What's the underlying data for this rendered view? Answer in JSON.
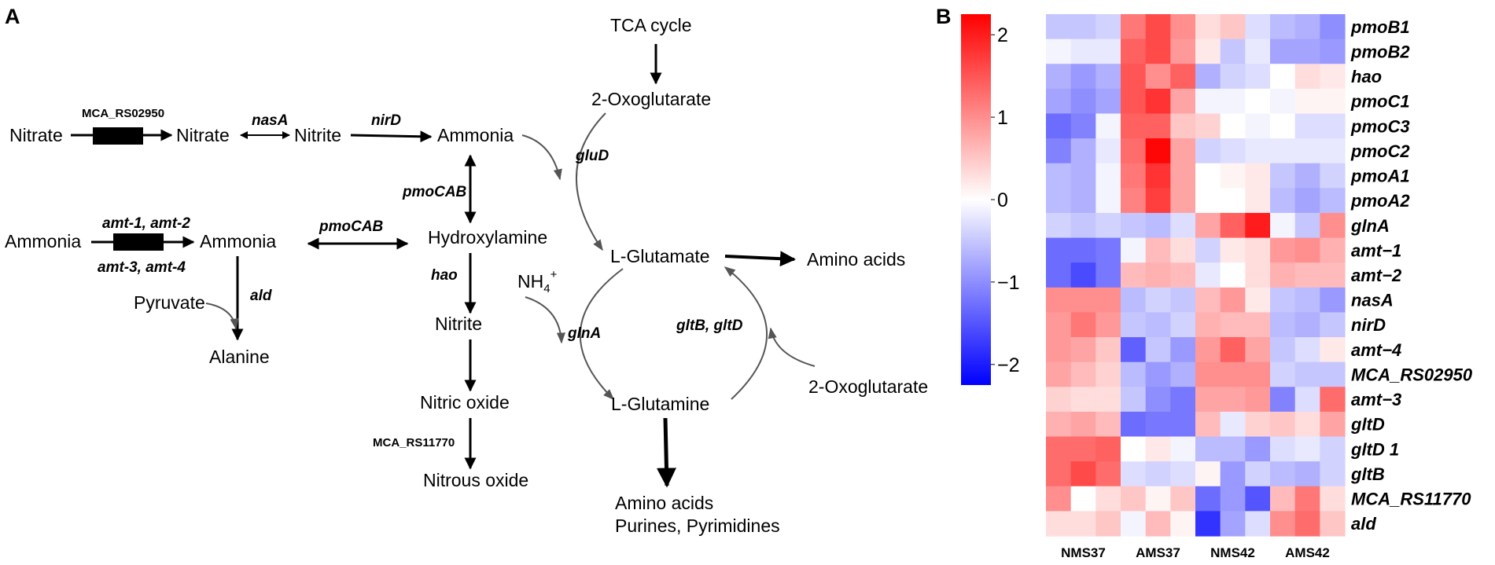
{
  "panels": {
    "a": "A",
    "b": "B"
  },
  "pathway": {
    "nitrate_src": "Nitrate",
    "transporter_nitrate": "MCA_RS02950",
    "nitrate": "Nitrate",
    "nasA": "nasA",
    "nitrite": "Nitrite",
    "nirD": "nirD",
    "ammonia_main": "Ammonia",
    "ammonia_src": "Ammonia",
    "amt_top": "amt-1, amt-2",
    "amt_bottom": "amt-3, amt-4",
    "ammonia": "Ammonia",
    "pmoCAB_h": "pmoCAB",
    "pmoCAB_v": "pmoCAB",
    "hydroxylamine": "Hydroxylamine",
    "hao": "hao",
    "nitrite2": "Nitrite",
    "nitric_oxide": "Nitric oxide",
    "mca_rs11770": "MCA_RS11770",
    "nitrous_oxide": "Nitrous oxide",
    "pyruvate": "Pyruvate",
    "ald": "ald",
    "alanine": "Alanine",
    "tca": "TCA cycle",
    "oxoglutarate_top": "2-Oxoglutarate",
    "gluD": "gluD",
    "glutamate": "L-Glutamate",
    "amino_acids_right": "Amino acids",
    "nh4": "NH",
    "nh4_sub": "4",
    "nh4_sup": "+",
    "glnA": "glnA",
    "gltB_gltD": "gltB, gltD",
    "oxoglutarate_right": "2-Oxoglutarate",
    "glutamine": "L-Glutamine",
    "products_line1": "Amino acids",
    "products_line2": "Purines, Pyrimidines"
  },
  "colorbar": {
    "ticks": [
      "2",
      "1",
      "0",
      "−1",
      "−2"
    ],
    "tick_values": [
      2,
      1,
      0,
      -1,
      -2
    ],
    "min": -2.25,
    "max": 2.25,
    "colors": {
      "high": "#ff0000",
      "mid": "#ffffff",
      "low": "#0000ff"
    }
  },
  "heatmap": {
    "rows": [
      "pmoB1",
      "pmoB2",
      "hao",
      "pmoC1",
      "pmoC3",
      "pmoC2",
      "pmoA1",
      "pmoA2",
      "glnA",
      "amt−1",
      "amt−2",
      "nasA",
      "nirD",
      "amt−4",
      "MCA_RS02950",
      "amt−3",
      "gltD",
      "gltD 1",
      "gltB",
      "MCA_RS11770",
      "ald"
    ],
    "columns": [
      "NMS37",
      "AMS37",
      "NMS42",
      "AMS42"
    ],
    "values": [
      [
        -0.5,
        -0.5,
        -0.4,
        1.2,
        1.6,
        1.0,
        0.3,
        0.5,
        -0.3,
        -0.6,
        -0.7,
        -1.0
      ],
      [
        -0.1,
        -0.2,
        -0.2,
        1.4,
        1.6,
        0.9,
        0.2,
        -0.5,
        -0.2,
        -0.8,
        -0.8,
        -0.9
      ],
      [
        -0.7,
        -0.9,
        -0.7,
        1.5,
        1.0,
        1.4,
        -0.7,
        -0.4,
        -0.3,
        0.0,
        0.3,
        0.2
      ],
      [
        -0.8,
        -1.0,
        -0.8,
        1.5,
        1.8,
        0.8,
        -0.1,
        -0.1,
        0.0,
        -0.1,
        0.1,
        0.1
      ],
      [
        -1.3,
        -1.1,
        -0.1,
        1.4,
        1.4,
        0.5,
        0.4,
        0.0,
        -0.1,
        0.0,
        -0.3,
        -0.3
      ],
      [
        -1.1,
        -0.7,
        -0.2,
        1.3,
        2.2,
        0.8,
        -0.4,
        -0.3,
        -0.2,
        -0.2,
        -0.2,
        -0.2
      ],
      [
        -0.6,
        -0.7,
        -0.1,
        1.2,
        1.8,
        0.8,
        0.0,
        0.1,
        0.2,
        -0.5,
        -0.7,
        -0.4
      ],
      [
        -0.6,
        -0.7,
        -0.1,
        1.1,
        1.7,
        0.8,
        0.0,
        0.0,
        0.2,
        -0.6,
        -0.8,
        -0.6
      ],
      [
        -0.4,
        -0.5,
        -0.4,
        -0.5,
        -0.6,
        -0.3,
        0.8,
        1.4,
        2.0,
        -0.1,
        -0.5,
        1.0
      ],
      [
        -1.3,
        -1.3,
        -1.2,
        -0.1,
        0.6,
        0.3,
        -0.4,
        0.2,
        0.3,
        0.9,
        1.0,
        0.7
      ],
      [
        -1.3,
        -1.6,
        -1.2,
        0.6,
        0.7,
        0.6,
        -0.2,
        0.0,
        0.3,
        0.7,
        0.6,
        0.6
      ],
      [
        1.0,
        1.0,
        1.0,
        -0.6,
        -0.4,
        -0.5,
        0.6,
        0.9,
        0.2,
        -0.5,
        -0.6,
        -0.9
      ],
      [
        0.9,
        1.2,
        0.9,
        -0.5,
        -0.6,
        -0.4,
        0.7,
        0.6,
        0.6,
        -0.6,
        -0.7,
        -0.5
      ],
      [
        0.9,
        0.8,
        0.5,
        -1.4,
        -0.5,
        -0.9,
        0.9,
        1.4,
        0.8,
        -0.5,
        -0.3,
        0.2
      ],
      [
        0.8,
        0.6,
        0.4,
        -0.6,
        -0.9,
        -0.7,
        1.0,
        1.0,
        1.0,
        -0.4,
        -0.5,
        -0.5
      ],
      [
        0.4,
        0.3,
        0.3,
        -0.5,
        -1.0,
        -1.2,
        0.8,
        0.8,
        0.9,
        -1.1,
        -0.3,
        1.3
      ],
      [
        0.7,
        0.8,
        0.6,
        -1.3,
        -1.2,
        -1.2,
        0.6,
        -0.2,
        0.4,
        0.5,
        0.3,
        0.8
      ],
      [
        1.3,
        1.3,
        1.4,
        0.0,
        0.2,
        -0.1,
        -0.6,
        -0.6,
        -0.9,
        -0.3,
        -0.2,
        -0.4
      ],
      [
        1.3,
        1.6,
        1.3,
        -0.3,
        -0.4,
        -0.3,
        0.1,
        -0.9,
        -0.4,
        -0.6,
        -0.7,
        -0.4
      ],
      [
        1.0,
        0.0,
        0.3,
        0.5,
        0.1,
        0.5,
        -1.3,
        -0.9,
        -1.5,
        0.6,
        1.2,
        0.3
      ],
      [
        0.3,
        0.3,
        0.5,
        -0.1,
        0.6,
        0.1,
        -1.8,
        -0.8,
        -0.3,
        1.0,
        1.3,
        0.5
      ]
    ]
  }
}
